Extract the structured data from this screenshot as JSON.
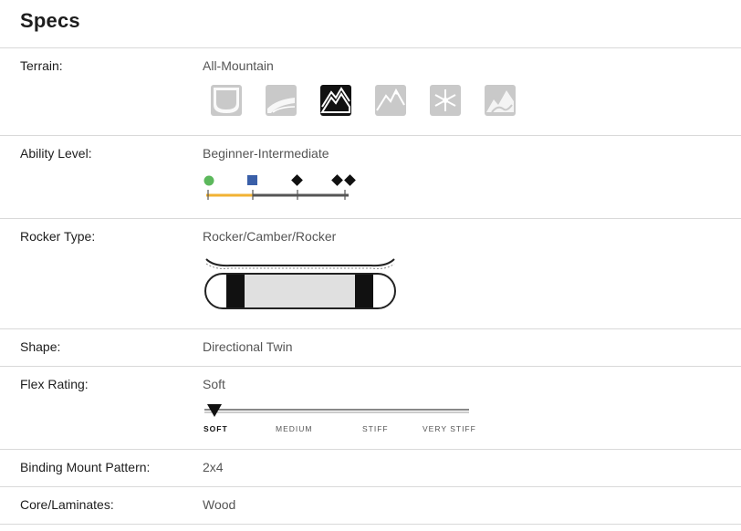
{
  "page": {
    "title": "Specs"
  },
  "specs": {
    "terrain": {
      "label": "Terrain:",
      "value": "All-Mountain",
      "icons": [
        {
          "name": "powder-icon",
          "active": false
        },
        {
          "name": "park-icon",
          "active": false
        },
        {
          "name": "all-mountain-icon",
          "active": true
        },
        {
          "name": "freeride-icon",
          "active": false
        },
        {
          "name": "snow-icon",
          "active": false
        },
        {
          "name": "backcountry-icon",
          "active": false
        }
      ]
    },
    "ability": {
      "label": "Ability Level:",
      "value": "Beginner-Intermediate",
      "levels": [
        "beginner",
        "intermediate",
        "advanced",
        "expert"
      ],
      "range": [
        "beginner",
        "intermediate"
      ],
      "colors": {
        "beginner": "#5cb85c",
        "intermediate": "#3a5fa8",
        "advanced": "#111111",
        "range": "#f2b233",
        "track": "#555555"
      }
    },
    "rocker": {
      "label": "Rocker Type:",
      "value": "Rocker/Camber/Rocker"
    },
    "shape": {
      "label": "Shape:",
      "value": "Directional Twin"
    },
    "flex": {
      "label": "Flex Rating:",
      "value": "Soft",
      "scale_labels": [
        "SOFT",
        "MEDIUM",
        "STIFF",
        "VERY STIFF"
      ],
      "selected": "SOFT"
    },
    "mount": {
      "label": "Binding Mount Pattern:",
      "value": "2x4"
    },
    "core": {
      "label": "Core/Laminates:",
      "value": "Wood"
    }
  }
}
